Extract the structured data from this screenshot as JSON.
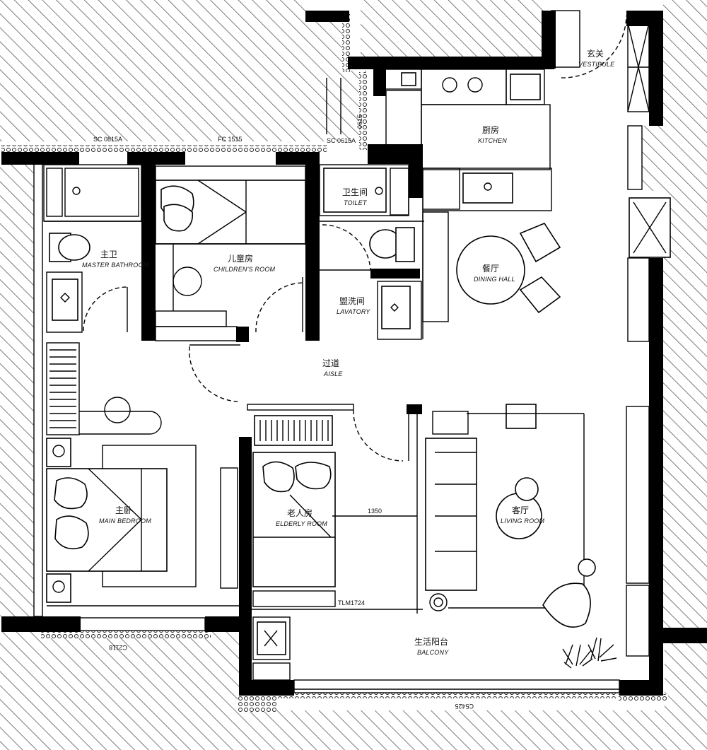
{
  "rooms": {
    "vestibule": {
      "cn": "玄关",
      "en": "VESTIBULE"
    },
    "kitchen": {
      "cn": "厨房",
      "en": "KITCHEN"
    },
    "master_bathroom": {
      "cn": "主卫",
      "en": "MASTER BATHROOM"
    },
    "childrens_room": {
      "cn": "儿童房",
      "en": "CHILDREN'S ROOM"
    },
    "toilet": {
      "cn": "卫生间",
      "en": "TOILET"
    },
    "lavatory": {
      "cn": "盥洗间",
      "en": "LAVATORY"
    },
    "dining_hall": {
      "cn": "餐厅",
      "en": "DINING HALL"
    },
    "aisle": {
      "cn": "过道",
      "en": "AISLE"
    },
    "main_bedroom": {
      "cn": "主卧",
      "en": "MAIN BEDROOM"
    },
    "elderly_room": {
      "cn": "老人房",
      "en": "ELDERLY ROOM"
    },
    "living_room": {
      "cn": "客厅",
      "en": "LIVING ROOM"
    },
    "balcony": {
      "cn": "生活阳台",
      "en": "BALCONY"
    }
  },
  "dimensions": {
    "window_master": "SC 0815A",
    "window_child": "FC 1515",
    "window_toilet": "SC 0615A",
    "window_kitchen": "0615",
    "elderly_width": "1350",
    "elderly_door": "TLM1724",
    "bedroom_window": "C2118",
    "balcony_window": "C5425"
  },
  "colors": {
    "wall": "#000000",
    "hatch": "#333333",
    "background": "#ffffff"
  }
}
